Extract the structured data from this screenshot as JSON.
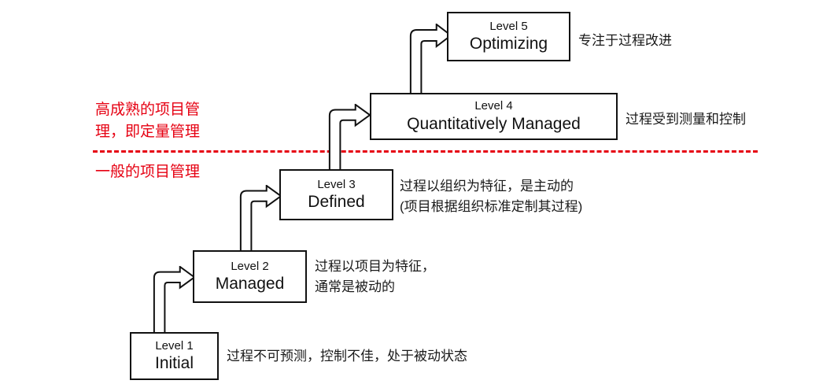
{
  "labels": {
    "high_maturity": "高成熟的项目管\n理，即定量管理",
    "general": "一般的项目管理"
  },
  "divider_color": "#e60012",
  "levels": [
    {
      "tier": "Level 1",
      "name": "Initial",
      "annotation": "过程不可预测，控制不佳，处于被动状态"
    },
    {
      "tier": "Level 2",
      "name": "Managed",
      "annotation": "过程以项目为特征，\n通常是被动的"
    },
    {
      "tier": "Level 3",
      "name": "Defined",
      "annotation": "过程以组织为特征，是主动的\n(项目根据组织标准定制其过程)"
    },
    {
      "tier": "Level 4",
      "name": "Quantitatively Managed",
      "annotation": "过程受到测量和控制"
    },
    {
      "tier": "Level 5",
      "name": "Optimizing",
      "annotation": "专注于过程改进"
    }
  ]
}
